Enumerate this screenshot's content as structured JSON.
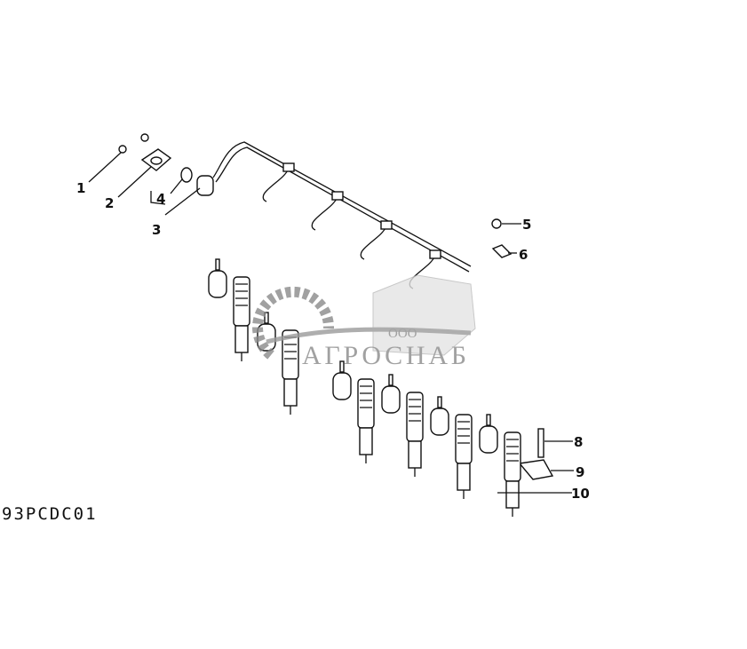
{
  "diagram": {
    "drawing_code": "93PCDC01",
    "callouts": [
      "1",
      "2",
      "3",
      "4",
      "5",
      "6",
      "8",
      "9",
      "10"
    ],
    "watermark": {
      "prefix": "ООО",
      "name": "АГРОСНАБ"
    }
  }
}
